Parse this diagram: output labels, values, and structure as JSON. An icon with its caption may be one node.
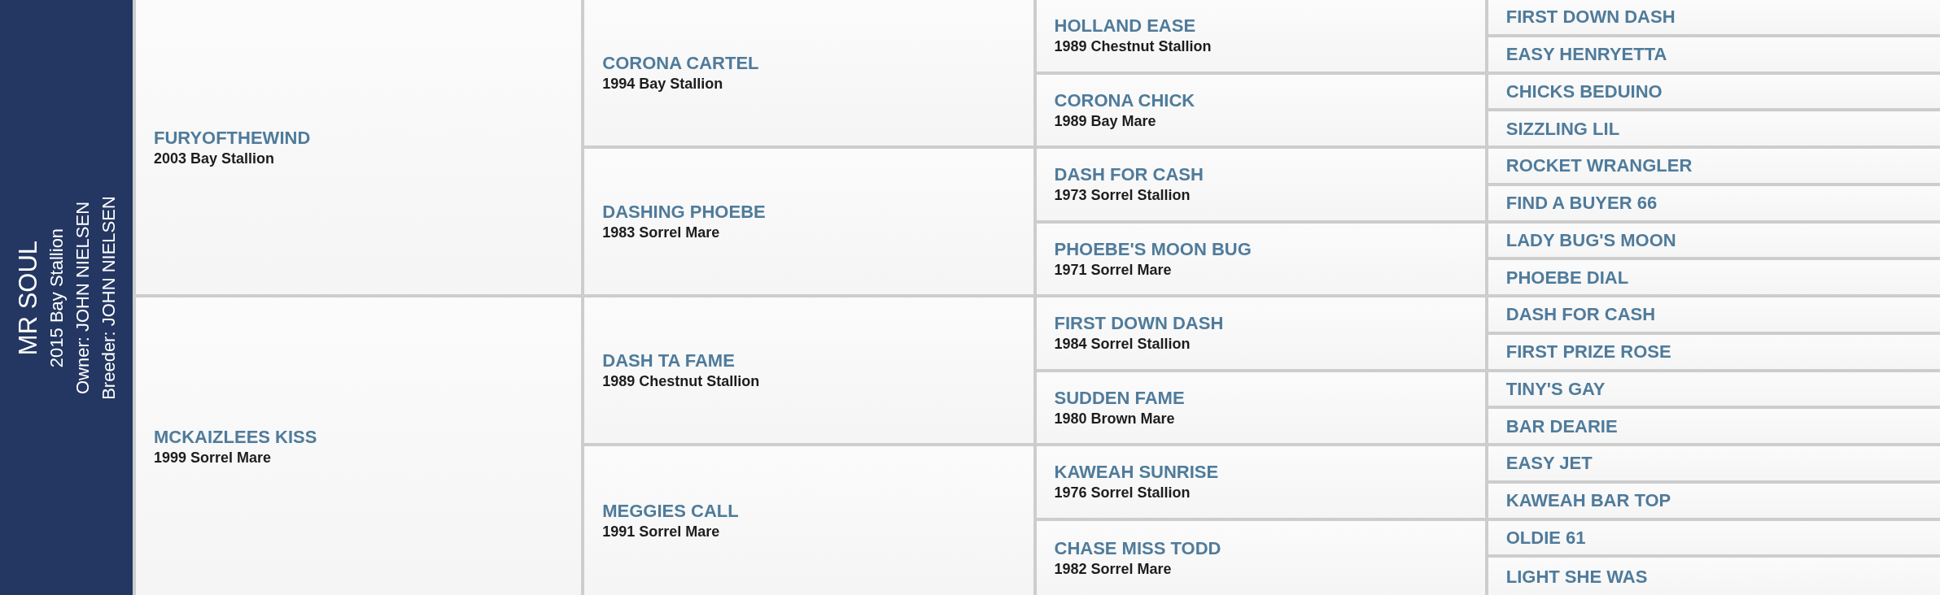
{
  "diagram": {
    "nodes": [
      {
        "text": [
          "MR SOUL",
          "2015 Bay Stallion",
          "Owner: JOHN NIELSEN",
          "Breeder: JOHN NIELSEN"
        ]
      },
      {
        "text": [
          "FURYOFTHEWIND",
          "2003 Bay Stallion"
        ]
      },
      {
        "text": [
          "MCKAIZLEES KISS",
          "1999 Sorrel Mare"
        ]
      },
      {
        "text": [
          "CORONA CARTEL",
          "1994 Bay Stallion"
        ]
      },
      {
        "text": [
          "DASHING PHOEBE",
          "1983 Sorrel Mare"
        ]
      },
      {
        "text": [
          "DASH TA FAME",
          "1989 Chestnut Stallion"
        ]
      },
      {
        "text": [
          "MEGGIES CALL",
          "1991 Sorrel Mare"
        ]
      },
      {
        "text": [
          "HOLLAND EASE",
          "1989 Chestnut Stallion"
        ]
      },
      {
        "text": [
          "CORONA CHICK",
          "1989 Bay Mare"
        ]
      },
      {
        "text": [
          "DASH FOR CASH",
          "1973 Sorrel Stallion"
        ]
      },
      {
        "text": [
          "PHOEBE'S MOON BUG",
          "1971 Sorrel Mare"
        ]
      },
      {
        "text": [
          "FIRST DOWN DASH",
          "1984 Sorrel Stallion"
        ]
      },
      {
        "text": [
          "SUDDEN FAME",
          "1980 Brown Mare"
        ]
      },
      {
        "text": [
          "KAWEAH SUNRISE",
          "1976 Sorrel Stallion"
        ]
      },
      {
        "text": [
          "CHASE MISS TODD",
          "1982 Sorrel Mare"
        ]
      },
      {
        "text": [
          "FIRST DOWN DASH"
        ]
      },
      {
        "text": [
          "EASY HENRYETTA"
        ]
      },
      {
        "text": [
          "CHICKS BEDUINO"
        ]
      },
      {
        "text": [
          "SIZZLING LIL"
        ]
      },
      {
        "text": [
          "ROCKET WRANGLER"
        ]
      },
      {
        "text": [
          "FIND A BUYER 66"
        ]
      },
      {
        "text": [
          "LADY BUG'S MOON"
        ]
      },
      {
        "text": [
          "PHOEBE DIAL"
        ]
      },
      {
        "text": [
          "DASH FOR CASH"
        ]
      },
      {
        "text": [
          "FIRST PRIZE ROSE"
        ]
      },
      {
        "text": [
          "TINY'S GAY"
        ]
      },
      {
        "text": [
          "BAR DEARIE"
        ]
      },
      {
        "text": [
          "EASY JET"
        ]
      },
      {
        "text": [
          "KAWEAH BAR TOP"
        ]
      },
      {
        "text": [
          "OLDIE 61"
        ]
      },
      {
        "text": [
          "LIGHT SHE WAS"
        ]
      }
    ]
  }
}
